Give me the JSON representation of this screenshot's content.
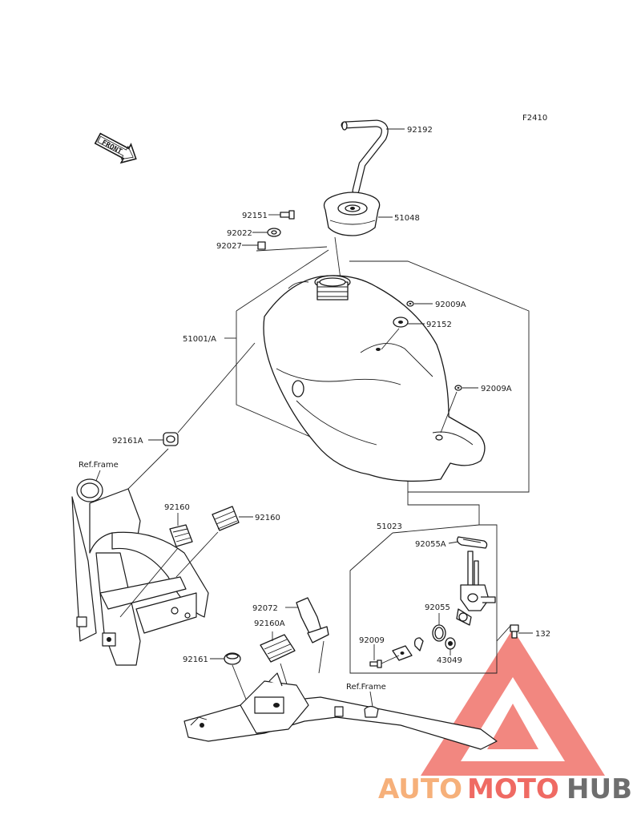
{
  "figure_code": "F2410",
  "front_arrow": "FRONT",
  "parts": {
    "p92192": "92192",
    "p51048": "51048",
    "p92151": "92151",
    "p92022": "92022",
    "p92027": "92027",
    "p92009A_1": "92009A",
    "p92152": "92152",
    "p51001A": "51001/A",
    "p92009A_2": "92009A",
    "p92161A": "92161A",
    "ref_frame_1": "Ref.Frame",
    "p92160_left": "92160",
    "p92160_right": "92160",
    "p51023": "51023",
    "p92055A": "92055A",
    "p92055": "92055",
    "p43049": "43049",
    "p92009": "92009",
    "p132": "132",
    "p92072": "92072",
    "p92160A": "92160A",
    "p92161": "92161",
    "ref_frame_2": "Ref.Frame"
  },
  "watermark": {
    "part1": "AUTO",
    "part2": "MOTO",
    "part3": "HUB",
    "color1": "#f6b07a",
    "color2": "#ef6a63",
    "color3": "#6e6e6e"
  }
}
